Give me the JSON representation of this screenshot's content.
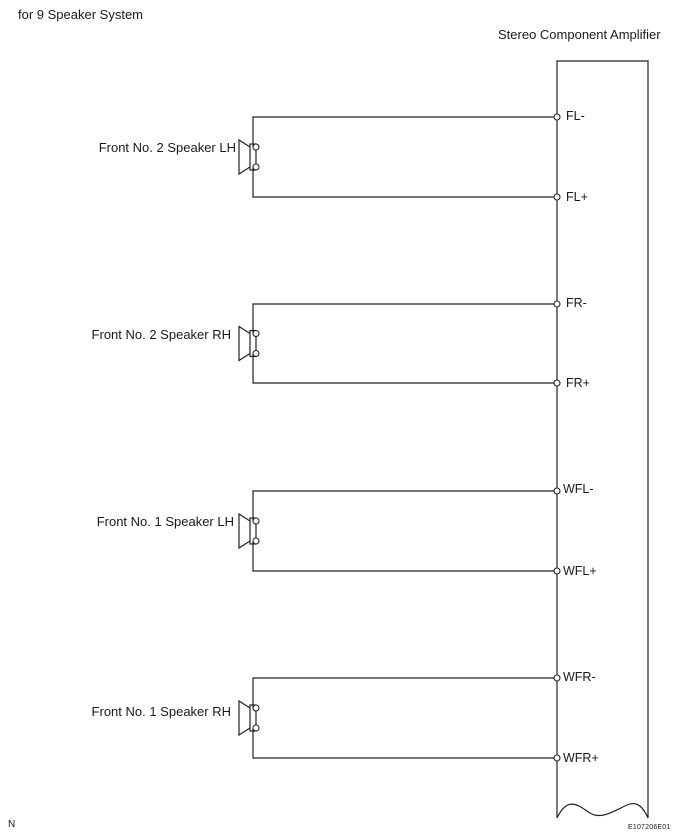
{
  "title": "for 9 Speaker System",
  "amplifier": {
    "label": "Stereo Component Amplifier"
  },
  "speakers": [
    {
      "label": "Front No. 2 Speaker LH",
      "pin_minus": "FL-",
      "pin_plus": "FL+"
    },
    {
      "label": "Front No. 2 Speaker RH",
      "pin_minus": "FR-",
      "pin_plus": "FR+"
    },
    {
      "label": "Front No. 1 Speaker LH",
      "pin_minus": "WFL-",
      "pin_plus": "WFL+"
    },
    {
      "label": "Front No. 1 Speaker RH",
      "pin_minus": "WFR-",
      "pin_plus": "WFR+"
    }
  ],
  "corner_left": "N",
  "figure_code": "E107206E01",
  "line_color": "#222222"
}
